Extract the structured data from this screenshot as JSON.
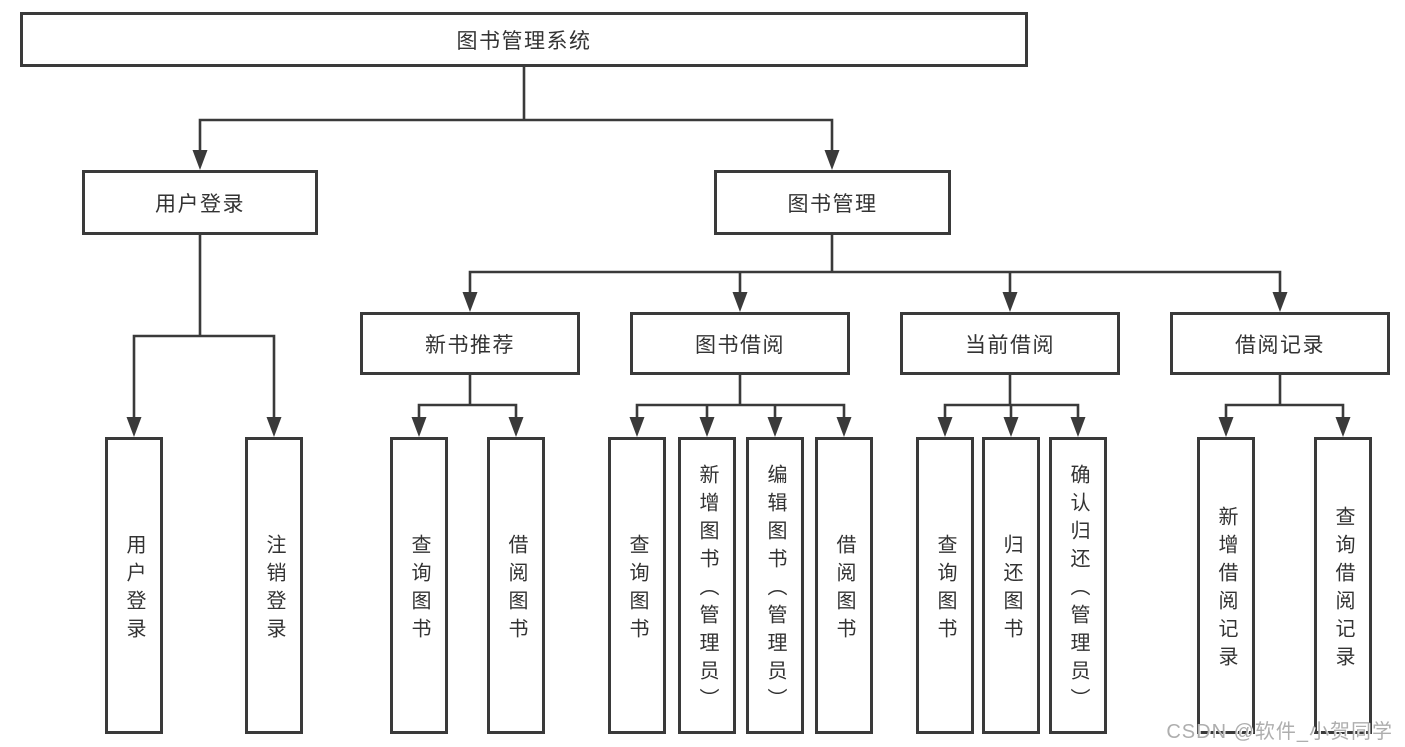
{
  "tree": {
    "root": "图书管理系统",
    "user_login": {
      "label": "用户登录",
      "children": [
        "用户登录",
        "注销登录"
      ]
    },
    "book_mgmt": {
      "label": "图书管理",
      "sections": [
        {
          "label": "新书推荐",
          "children": [
            "查询图书",
            "借阅图书"
          ]
        },
        {
          "label": "图书借阅",
          "children": [
            "查询图书",
            "新增图书（管理员）",
            "编辑图书（管理员）",
            "借阅图书"
          ]
        },
        {
          "label": "当前借阅",
          "children": [
            "查询图书",
            "归还图书",
            "确认归还（管理员）"
          ]
        },
        {
          "label": "借阅记录",
          "children": [
            "新增借阅记录",
            "查询借阅记录"
          ]
        }
      ]
    }
  },
  "watermark": "CSDN @软件_小贺同学",
  "colors": {
    "line": "#3a3a3a",
    "text": "#333333",
    "box_background": "#ffffff",
    "watermark": "#aeaeae"
  }
}
